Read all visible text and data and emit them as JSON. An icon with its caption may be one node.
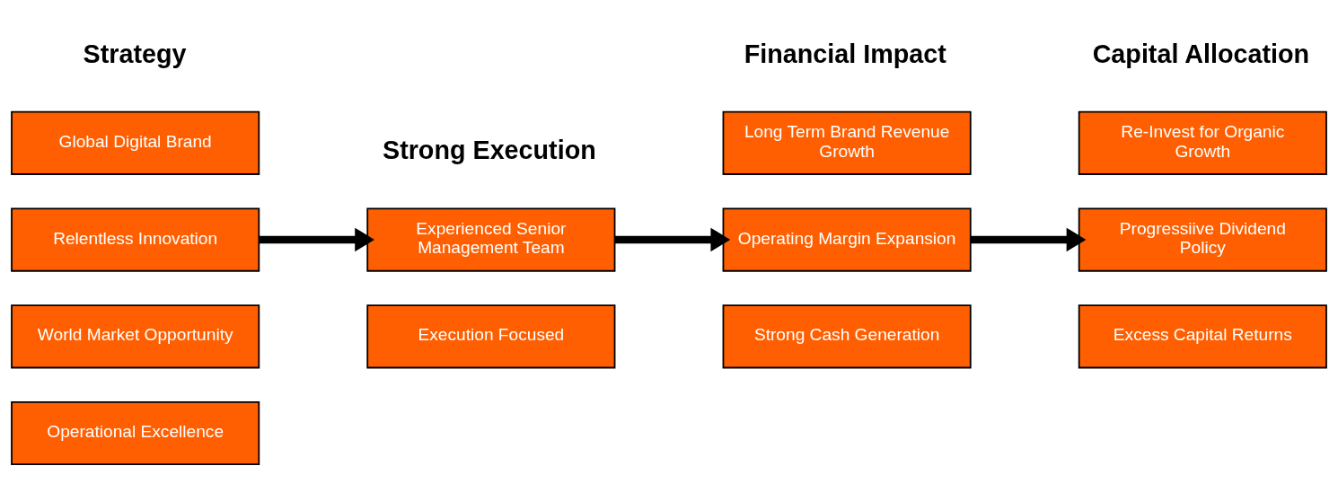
{
  "diagram": {
    "nodes": [
      {
        "text": [
          "Strategy"
        ]
      },
      {
        "text": [
          "Global Digital Brand"
        ]
      },
      {
        "text": [
          "Relentless Innovation"
        ]
      },
      {
        "text": [
          "World Market Opportunity"
        ]
      },
      {
        "text": [
          "Operational Excellence"
        ]
      },
      {
        "text": [
          "Strong Execution"
        ]
      },
      {
        "text": [
          "Experienced Senior Management Team"
        ]
      },
      {
        "text": [
          "Execution Focused"
        ]
      },
      {
        "text": [
          "Financial Impact"
        ]
      },
      {
        "text": [
          "Long Term Brand Revenue Growth"
        ]
      },
      {
        "text": [
          "Operating Margin Expansion"
        ]
      },
      {
        "text": [
          "Strong Cash Generation"
        ]
      },
      {
        "text": [
          "Capital Allocation"
        ]
      },
      {
        "text": [
          "Re-Invest for Organic Growth"
        ]
      },
      {
        "text": [
          "Progressiive Dividend Policy"
        ]
      },
      {
        "text": [
          "Excess Capital Returns"
        ]
      }
    ],
    "edges": [
      {
        "from": 2,
        "to": 6,
        "arrow": "to"
      },
      {
        "from": 6,
        "to": 10,
        "arrow": "to"
      },
      {
        "from": 10,
        "to": 14,
        "arrow": "to"
      }
    ]
  }
}
